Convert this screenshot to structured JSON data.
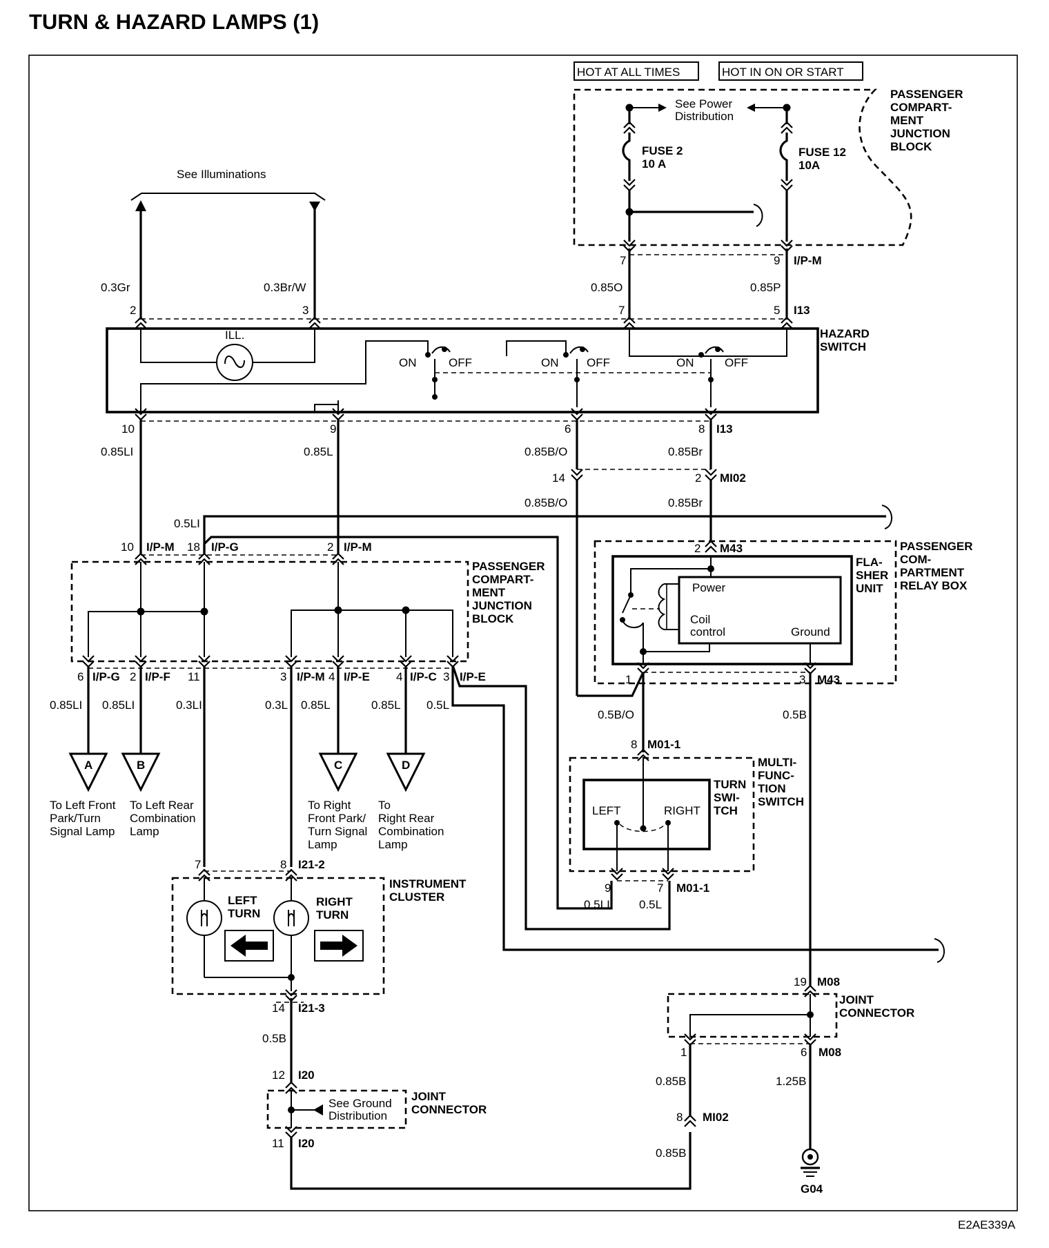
{
  "title": "TURN & HAZARD LAMPS (1)",
  "doc_code": "E2AE339A",
  "power_labels": {
    "hot_always": "HOT AT ALL TIMES",
    "hot_on_start": "HOT IN ON OR START"
  },
  "see_power": [
    "See Power",
    "Distribution"
  ],
  "fuse2": [
    "FUSE 2",
    "10 A"
  ],
  "fuse12": [
    "FUSE 12",
    "10A"
  ],
  "pcjb_top": [
    "PASSENGER",
    "COMPART-",
    "MENT",
    "JUNCTION",
    "BLOCK"
  ],
  "see_illuminations": "See Illuminations",
  "hazard_switch": [
    "HAZARD",
    "SWITCH"
  ],
  "ill_label": "ILL.",
  "switch_on": "ON",
  "switch_off": "OFF",
  "pins": {
    "p7a": "7",
    "p9a": "9",
    "ipm": "I/P-M",
    "p7b": "7",
    "p5": "5",
    "i13": "I13",
    "p2": "2",
    "p3": "3",
    "p10": "10",
    "p9b": "9",
    "p6": "6",
    "p8": "8",
    "i13b": "I13",
    "p14": "14",
    "p2b": "2",
    "mi02": "MI02",
    "p10b": "10",
    "ipm2": "I/P-M",
    "p18": "18",
    "ipg": "I/P-G",
    "p2c": "2",
    "ipm3": "I/P-M",
    "p2d": "2",
    "m43": "M43",
    "p6b": "6",
    "ipg2": "I/P-G",
    "p2e": "2",
    "ipf": "I/P-F",
    "p11": "11",
    "p3b": "3",
    "ipm4": "I/P-M",
    "p4": "4",
    "ipe": "I/P-E",
    "p4b": "4",
    "ipc": "I/P-C",
    "p3c": "3",
    "ipe2": "I/P-E",
    "p1": "1",
    "p3d": "3",
    "m43b": "M43",
    "p8b": "8",
    "m01": "M01-1",
    "p9c": "9",
    "p7c": "7",
    "m01b": "M01-1",
    "p7d": "7",
    "p8c": "8",
    "i21": "I21-2",
    "p19": "19",
    "m08": "M08",
    "p1b": "1",
    "p6c": "6",
    "m08b": "M08",
    "p14b": "14",
    "i21b": "I21-3",
    "p12": "12",
    "i20": "I20",
    "p11b": "11",
    "i20b": "I20",
    "p8d": "8",
    "mi02b": "MI02"
  },
  "wires": {
    "w085O": "0.85O",
    "w085P": "0.85P",
    "w03Gr": "0.3Gr",
    "w03BrW": "0.3Br/W",
    "w085Li": "0.85LI",
    "w085L": "0.85L",
    "w085BO": "0.85B/O",
    "w085Br": "0.85Br",
    "w085BO2": "0.85B/O",
    "w085Br2": "0.85Br",
    "w05Li": "0.5LI",
    "wa": "0.85LI",
    "wb": "0.85LI",
    "wc": "0.3LI",
    "wd": "0.3L",
    "we": "0.85L",
    "wf": "0.85L",
    "wg": "0.5L",
    "w05BO": "0.5B/O",
    "w05B": "0.5B",
    "w05Li2": "0.5LI",
    "w05L2": "0.5L",
    "w05B2": "0.5B",
    "w085B": "0.85B",
    "w125B": "1.25B",
    "w085B2": "0.85B"
  },
  "pcjb_mid": [
    "PASSENGER",
    "COMPART-",
    "MENT",
    "JUNCTION",
    "BLOCK"
  ],
  "flasher": {
    "unit": [
      "FLA-",
      "SHER",
      "UNIT"
    ],
    "power": "Power",
    "coil": [
      "Coil",
      "control"
    ],
    "ground": "Ground"
  },
  "relay_box": [
    "PASSENGER",
    "COM-",
    "PARTMENT",
    "RELAY BOX"
  ],
  "connectors": {
    "a": {
      "letter": "A",
      "desc": [
        "To Left Front",
        "Park/Turn",
        "Signal Lamp"
      ]
    },
    "b": {
      "letter": "B",
      "desc": [
        "To Left Rear",
        "Combination",
        "Lamp"
      ]
    },
    "c": {
      "letter": "C",
      "desc": [
        "To Right",
        "Front Park/",
        "Turn Signal",
        "Lamp"
      ]
    },
    "d": {
      "letter": "D",
      "desc": [
        "To",
        "Right Rear",
        "Combination",
        "Lamp"
      ]
    }
  },
  "multi_func": [
    "MULTI-",
    "FUNC-",
    "TION",
    "SWITCH"
  ],
  "turn_switch": [
    "TURN",
    "SWI-",
    "TCH"
  ],
  "left": "LEFT",
  "right": "RIGHT",
  "instrument_cluster": [
    "INSTRUMENT",
    "CLUSTER"
  ],
  "left_turn": [
    "LEFT",
    "TURN"
  ],
  "right_turn": [
    "RIGHT",
    "TURN"
  ],
  "joint_connector": [
    "JOINT",
    "CONNECTOR"
  ],
  "joint_connector2": [
    "JOINT",
    "CONNECTOR"
  ],
  "see_ground": [
    "See Ground",
    "Distribution"
  ],
  "ground": "G04"
}
